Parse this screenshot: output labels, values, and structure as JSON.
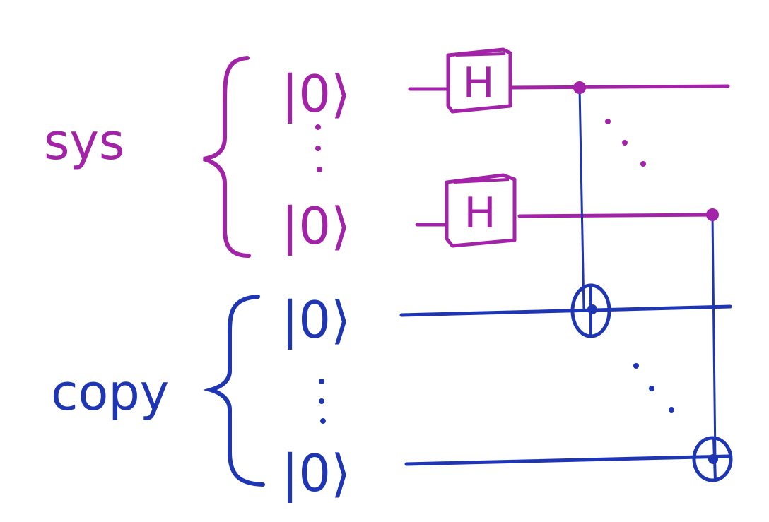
{
  "colors": {
    "sys": "#a323a8",
    "copy": "#1f36b4",
    "background": "#ffffff"
  },
  "labels": {
    "sys": "sys",
    "copy": "copy"
  },
  "kets": {
    "sys_top": "|0⟩",
    "sys_bottom": "|0⟩",
    "copy_top": "|0⟩",
    "copy_bottom": "|0⟩"
  },
  "gates": {
    "h1": "H",
    "h2": "H"
  }
}
